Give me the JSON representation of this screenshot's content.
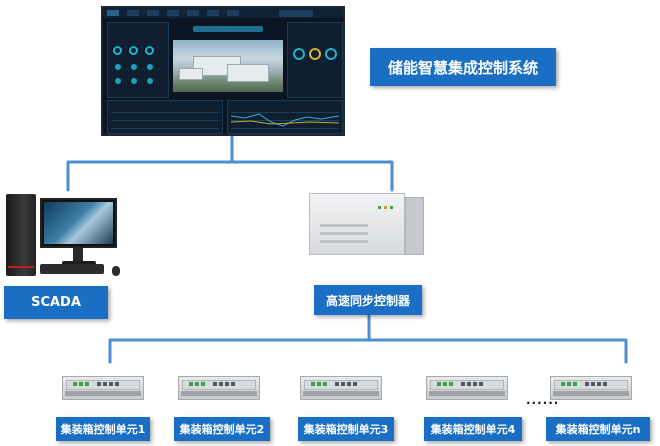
{
  "diagram": {
    "system_title": "储能智慧集成控制系统",
    "scada_label": "SCADA",
    "controller_label": "高速同步控制器",
    "units": [
      {
        "label": "集装箱控制单元1"
      },
      {
        "label": "集装箱控制单元2"
      },
      {
        "label": "集装箱控制单元3"
      },
      {
        "label": "集装箱控制单元4"
      },
      {
        "label": "集装箱控制单元n"
      }
    ],
    "ellipsis": "······"
  },
  "colors": {
    "label_fill": "#1a6fc4",
    "connector": "#4a8fd2",
    "label_text": "#ffffff"
  },
  "icons": [
    "dashboard-screen-icon",
    "desktop-pc-icon",
    "rack-controller-icon",
    "container-unit-icon"
  ]
}
